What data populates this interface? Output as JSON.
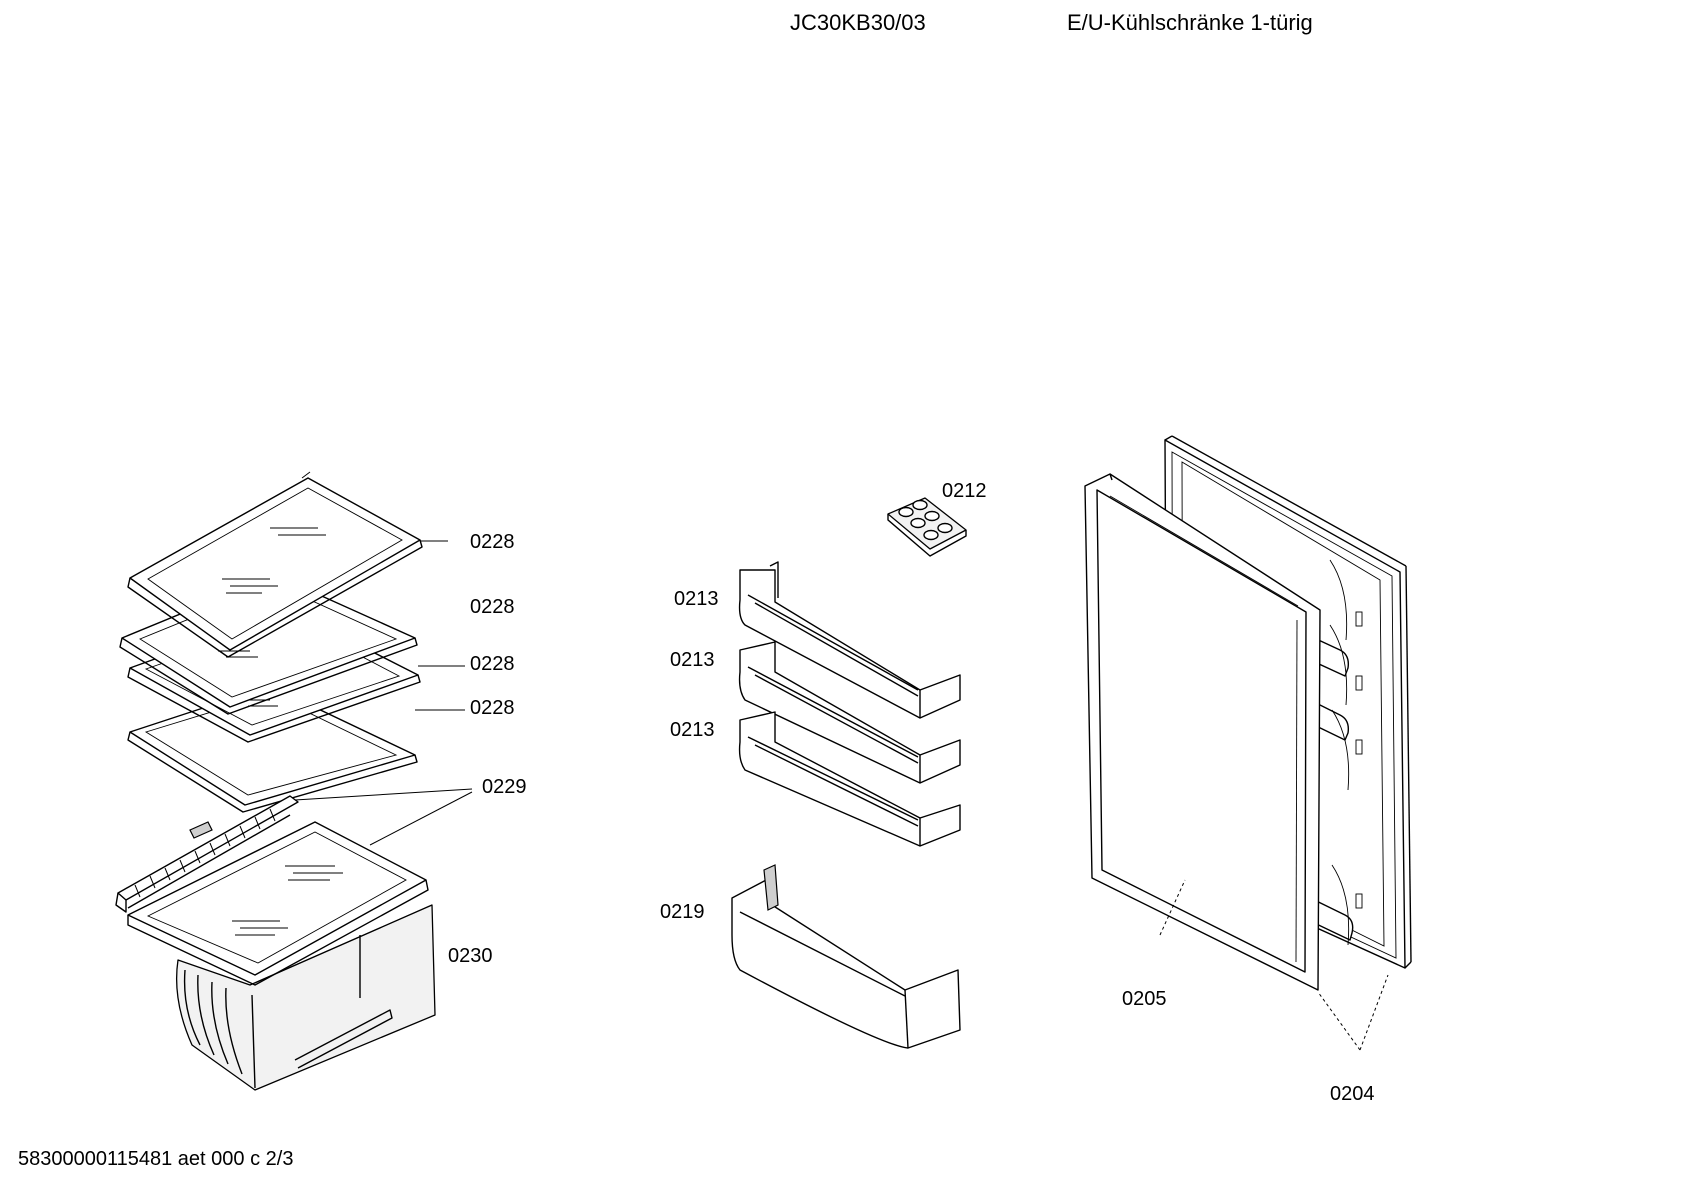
{
  "header": {
    "model": "JC30KB30/03",
    "category": "E/U-Kühlschränke 1-türig"
  },
  "footer": {
    "document_code": "58300000115481 aet 000 c 2/3"
  },
  "callouts": {
    "shelf_1": "0228",
    "shelf_2": "0228",
    "shelf_3": "0228",
    "shelf_4": "0228",
    "shelf_rail": "0229",
    "crisper": "0230",
    "egg_tray": "0212",
    "door_rack_1": "0213",
    "door_rack_2": "0213",
    "door_rack_3": "0213",
    "bottle_rack": "0219",
    "door_gasket": "0205",
    "door": "0204"
  }
}
